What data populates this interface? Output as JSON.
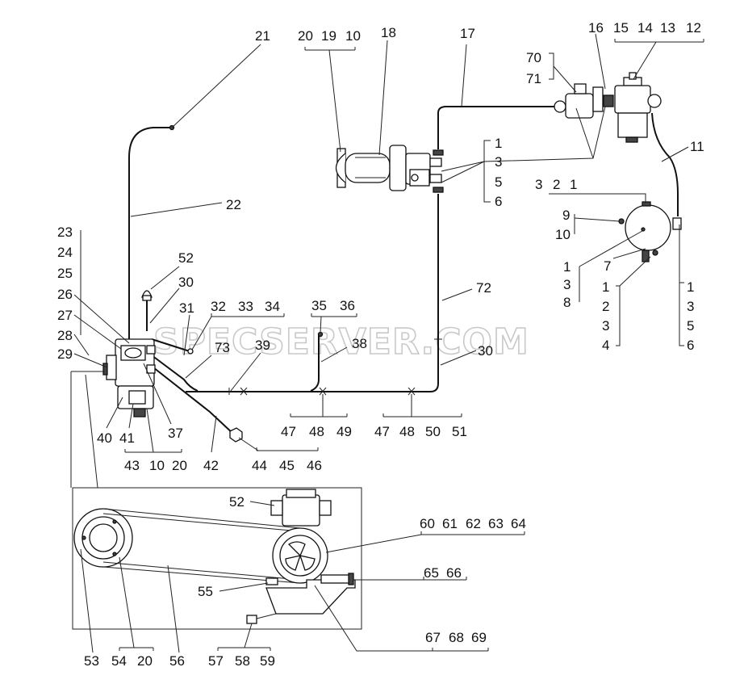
{
  "watermark": "SPECSERVER.COM",
  "labels": {
    "l21": "21",
    "l20a": "20",
    "l19": "19",
    "l10a": "10",
    "l18": "18",
    "l17": "17",
    "l16": "16",
    "l15": "15",
    "l14": "14",
    "l13": "13",
    "l12": "12",
    "l70": "70",
    "l71": "71",
    "l22": "22",
    "l11": "11",
    "g1_1": "1",
    "g1_3": "3",
    "g1_5": "5",
    "g1_6": "6",
    "r3": "3",
    "r2": "2",
    "r1": "1",
    "l9": "9",
    "l10b": "10",
    "l7": "7",
    "g2_1": "1",
    "g2_3": "3",
    "g2_8": "8",
    "g3_1": "1",
    "g3_2": "2",
    "g3_3": "3",
    "g3_4": "4",
    "g4_1": "1",
    "g4_3": "3",
    "g4_5": "5",
    "g4_6": "6",
    "l23": "23",
    "l24": "24",
    "l25": "25",
    "l26": "26",
    "l27": "27",
    "l28": "28",
    "l29": "29",
    "l52a": "52",
    "l30a": "30",
    "l31": "31",
    "l32": "32",
    "l33": "33",
    "l34": "34",
    "l35": "35",
    "l36": "36",
    "l72": "72",
    "l73": "73",
    "l39": "39",
    "l38": "38",
    "l30b": "30",
    "l37": "37",
    "l40": "40",
    "l41": "41",
    "l43": "43",
    "l10c": "10",
    "l20b": "20",
    "l42": "42",
    "l44": "44",
    "l45": "45",
    "l46": "46",
    "l47a": "47",
    "l48a": "48",
    "l49": "49",
    "l47b": "47",
    "l48b": "48",
    "l50": "50",
    "l51": "51",
    "l52b": "52",
    "l60": "60",
    "l61": "61",
    "l62": "62",
    "l63": "63",
    "l64": "64",
    "l55": "55",
    "l65": "65",
    "l66": "66",
    "l53": "53",
    "l54": "54",
    "l20c": "20",
    "l56": "56",
    "l57": "57",
    "l58": "58",
    "l59": "59",
    "l67": "67",
    "l68": "68",
    "l69": "69"
  }
}
